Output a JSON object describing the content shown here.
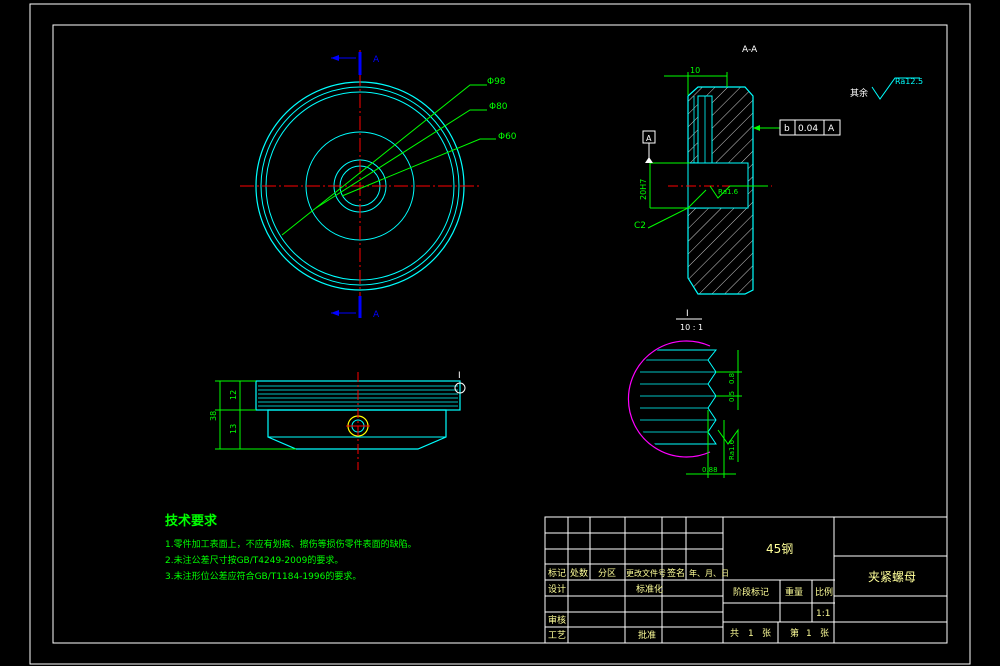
{
  "colors": {
    "background": "#000000",
    "border": "#ffffff",
    "outline": "#00ffff",
    "centerline": "#ff0000",
    "dimension": "#00ff00",
    "section_cut": "#0000ff",
    "hatch": "#ffffff",
    "boundary": "#ff00ff",
    "notes": "#00ff00",
    "title_block": "#ffffff",
    "title_text": "#ffff99"
  },
  "section_marks": {
    "top": "A",
    "bottom": "A"
  },
  "front_view": {
    "diameters": [
      "Φ98",
      "Φ80",
      "Φ60"
    ]
  },
  "side_view": {
    "dims": [
      "12",
      "13",
      "38"
    ],
    "detail_mark": "I"
  },
  "section_view": {
    "title": "A-A",
    "dim_10": "10",
    "dim_bore": "20H7",
    "chamfer": "C2",
    "datum": "A",
    "tolerance": {
      "symbol": "b",
      "value": "0.04",
      "datum": "A"
    },
    "roughness": "Ra1.6",
    "other_roughness_label": "其余",
    "other_roughness_value": "Ra12.5"
  },
  "detail_view": {
    "label": "I",
    "scale": "10 : 1",
    "dims": [
      "0.5",
      "0.8",
      "0.88"
    ],
    "roughness": "Ra1.6"
  },
  "tech_notes": {
    "title": "技术要求",
    "items": [
      "1.零件加工表面上，不应有划痕、擦伤等损伤零件表面的缺陷。",
      "2.未注公差尺寸按GB/T4249-2009的要求。",
      "3.未注形位公差应符合GB/T1184-1996的要求。"
    ]
  },
  "title_block": {
    "material": "45钢",
    "part_name": "夹紧螺母",
    "headers": [
      "标记",
      "处数",
      "分区",
      "更改文件号",
      "签名",
      "年、月、日"
    ],
    "design": "设计",
    "standardization": "标准化",
    "review": "审核",
    "process": "工艺",
    "approve": "批准",
    "stage_mark": "阶段标记",
    "weight": "重量",
    "scale_label": "比例",
    "scale_value": "1:1",
    "total_label": "共",
    "total_value": "1",
    "sheet_unit": "张",
    "page_label": "第",
    "page_value": "1"
  }
}
